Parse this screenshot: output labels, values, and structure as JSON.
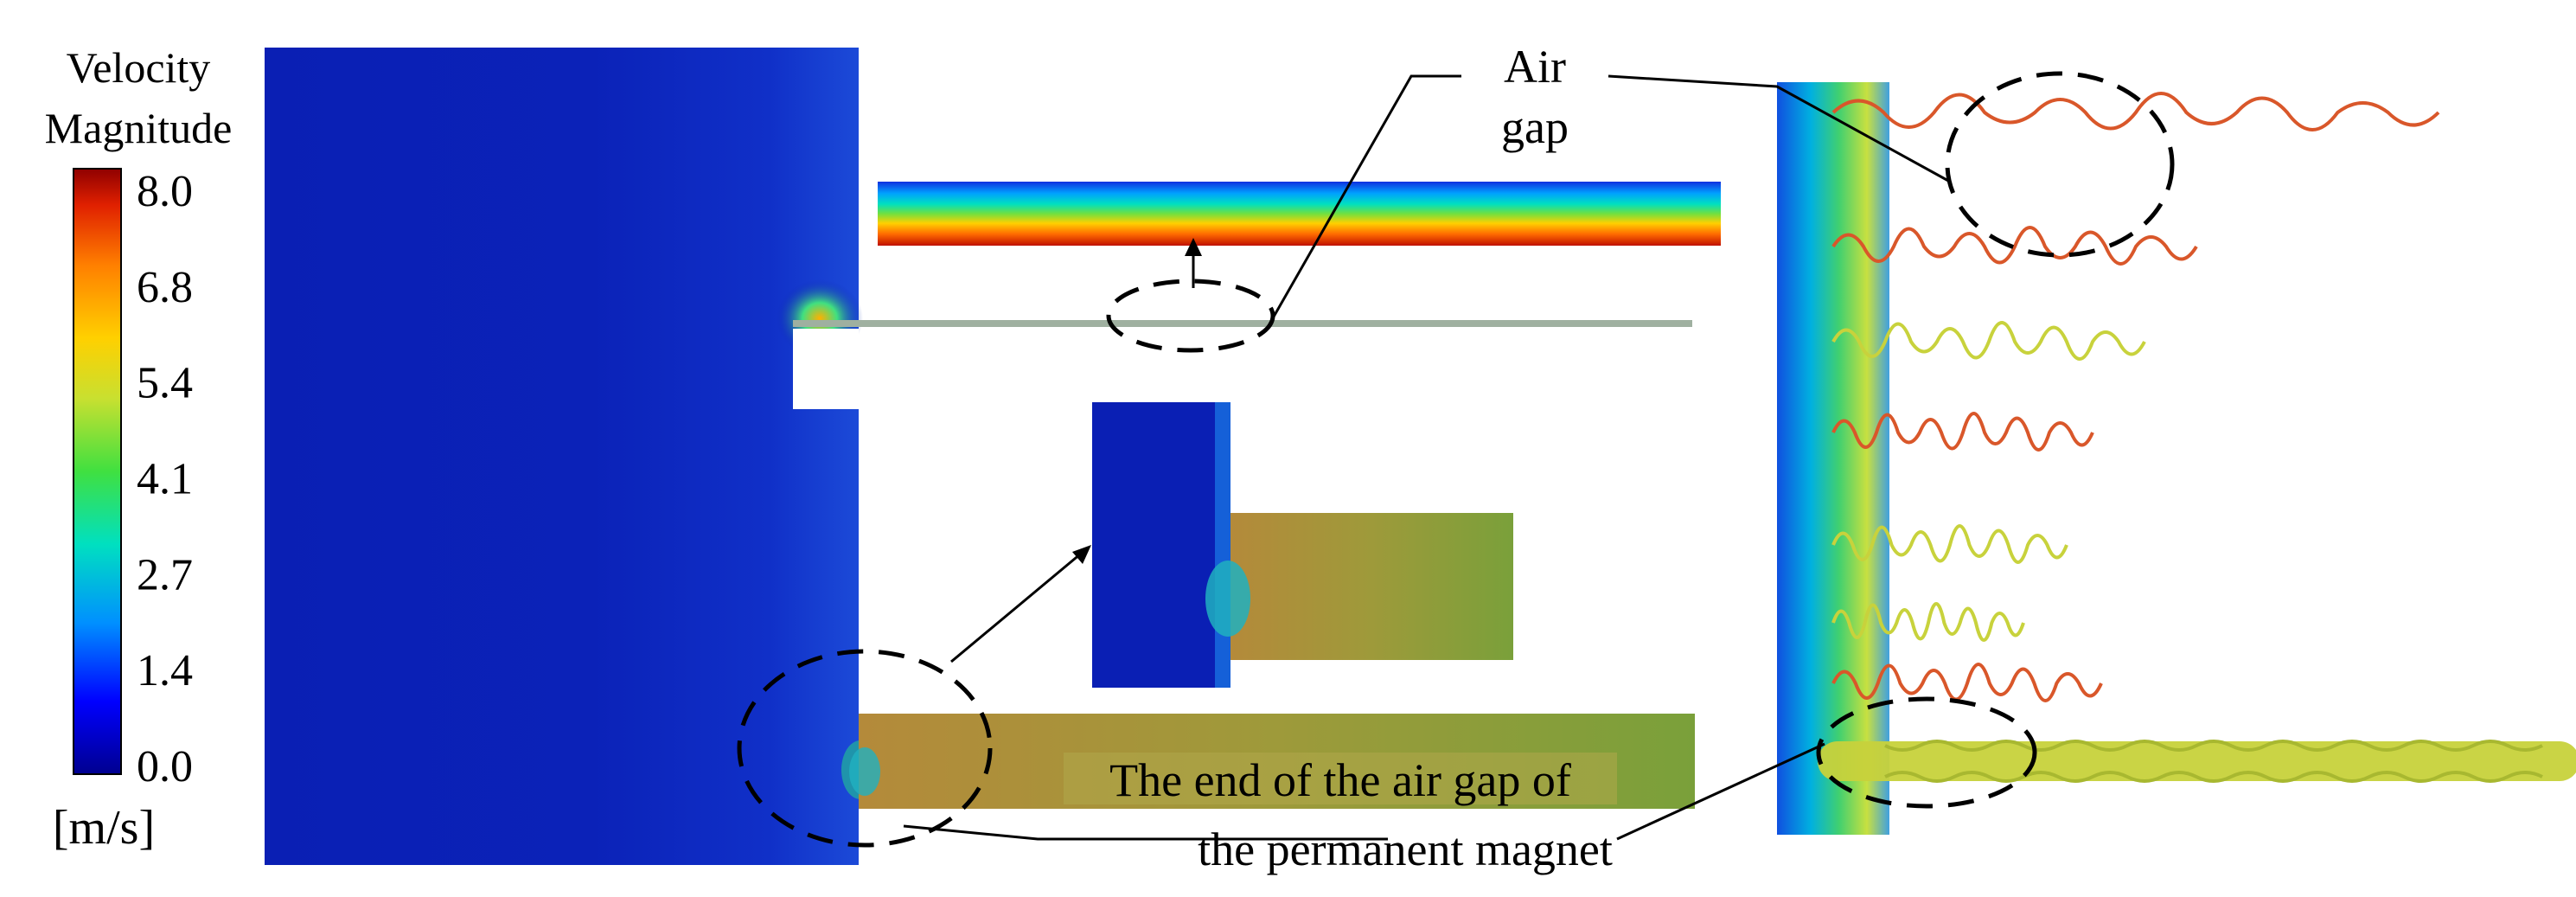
{
  "legend": {
    "title_line1": "Velocity",
    "title_line2": "Magnitude",
    "unit": "[m/s]",
    "ticks": [
      "8.0",
      "6.8",
      "5.4",
      "4.1",
      "2.7",
      "1.4",
      "0.0"
    ],
    "scale_min": 0.0,
    "scale_max": 8.0,
    "colormap": [
      "#00008f",
      "#0000ff",
      "#00a0ff",
      "#00e0c0",
      "#40e040",
      "#c8e030",
      "#ffd000",
      "#ff8000",
      "#e02000",
      "#8f0000"
    ]
  },
  "annotations": {
    "air_gap_line1": "Air",
    "air_gap_line2": "gap",
    "magnet_end_line1": "The end of the air gap of",
    "magnet_end_line2": "the permanent magnet"
  },
  "colors": {
    "field_blue": "#0a1fb4",
    "magnet_olive": "#9a9a3a",
    "streak_orange": "#d9572a",
    "streak_yellow": "#c8d23c"
  },
  "streamline_colors": [
    "#d9572a",
    "#d9572a",
    "#c8d23c",
    "#d9572a",
    "#c8d23c",
    "#d9572a",
    "#c8d23c"
  ]
}
